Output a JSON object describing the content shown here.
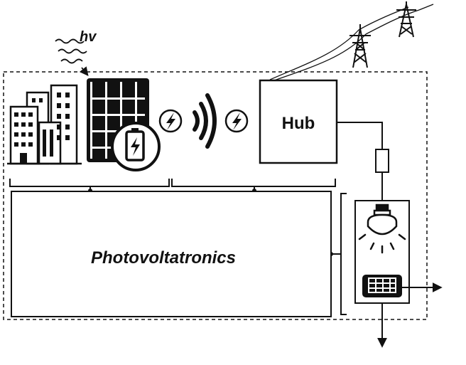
{
  "labels": {
    "photon": "hv",
    "hub": "Hub",
    "main": "Photovoltatronics"
  },
  "icons": {
    "city": "city-buildings-icon",
    "panel": "solar-panel-icon",
    "battery": "battery-charging-icon",
    "bolt_left": "lightning-bolt-icon",
    "bolt_right": "lightning-bolt-icon",
    "wireless": "wireless-signal-icon",
    "towers": "power-transmission-tower-icon",
    "resistor": "resistor-icon",
    "lamp": "light-bulb-icon",
    "device": "laptop-icon"
  },
  "colors": {
    "ink": "#111111",
    "panel_cell": "#1f1f1f",
    "background": "#ffffff"
  }
}
